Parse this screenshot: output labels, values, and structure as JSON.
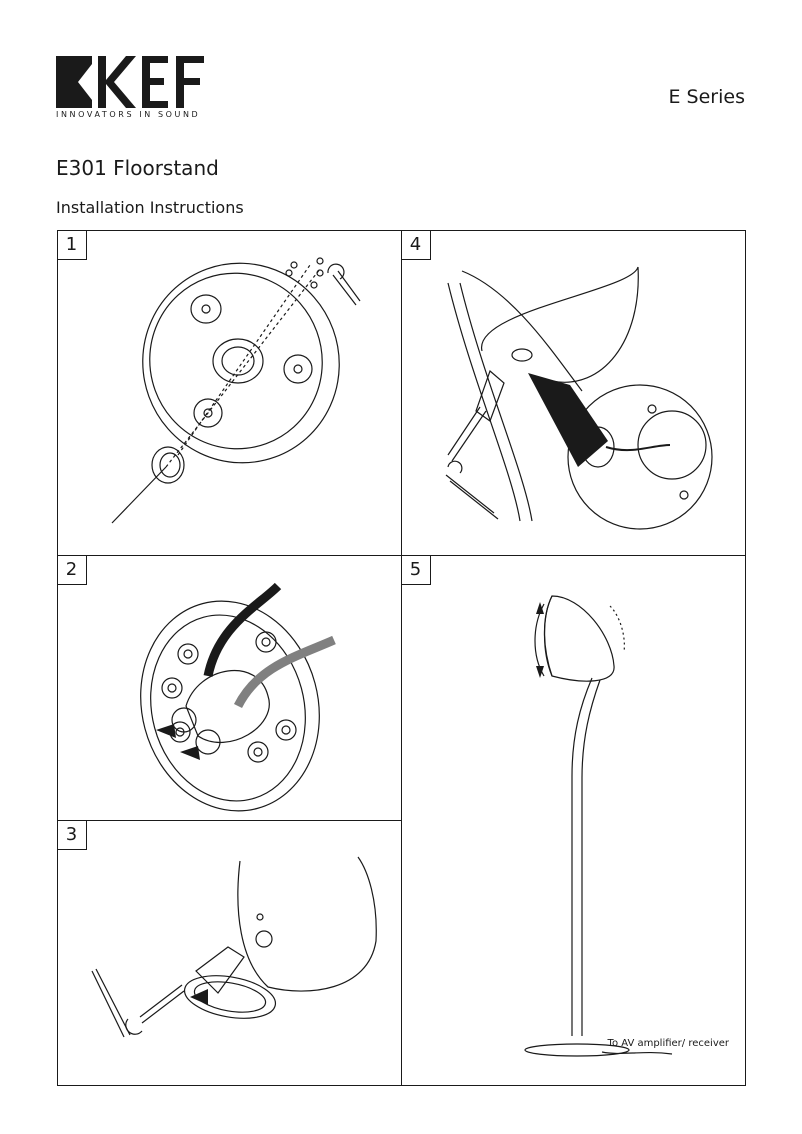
{
  "header": {
    "brand": "KEF",
    "tagline": "INNOVATORS IN SOUND",
    "series": "E Series"
  },
  "document": {
    "title": "E301 Floorstand",
    "subtitle": "Installation Instructions"
  },
  "steps": [
    {
      "number": "1"
    },
    {
      "number": "4"
    },
    {
      "number": "2"
    },
    {
      "number": "5",
      "caption": "To AV amplifier/ receiver"
    },
    {
      "number": "3"
    }
  ]
}
